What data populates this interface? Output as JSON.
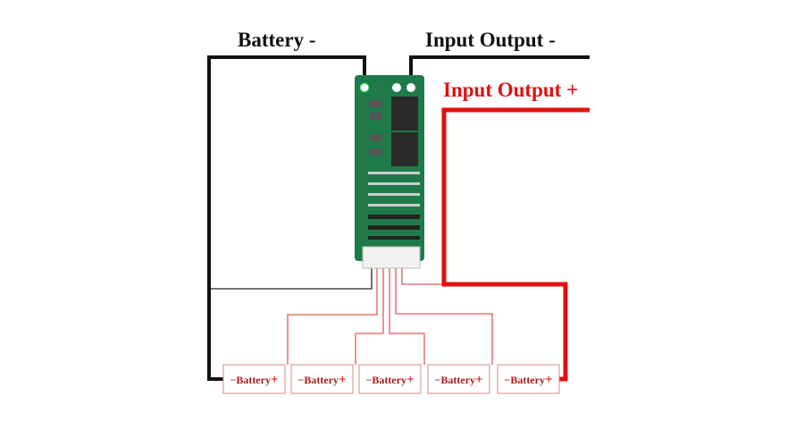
{
  "labels": {
    "battery_negative": "Battery -",
    "output_negative": "Input Output -",
    "output_positive": "Input Output +"
  },
  "cells": [
    {
      "minus": "−",
      "name": "Battery",
      "plus": "+"
    },
    {
      "minus": "−",
      "name": "Battery",
      "plus": "+"
    },
    {
      "minus": "−",
      "name": "Battery",
      "plus": "+"
    },
    {
      "minus": "−",
      "name": "Battery",
      "plus": "+"
    },
    {
      "minus": "−",
      "name": "Battery",
      "plus": "+"
    }
  ],
  "colors": {
    "negative_wire": "#111111",
    "positive_wire": "#e01010",
    "balance_wire": "#e05a5a",
    "cell_border": "#d98a8a",
    "cell_text": "#a51c1c",
    "pcb": "#1f7a4a"
  }
}
